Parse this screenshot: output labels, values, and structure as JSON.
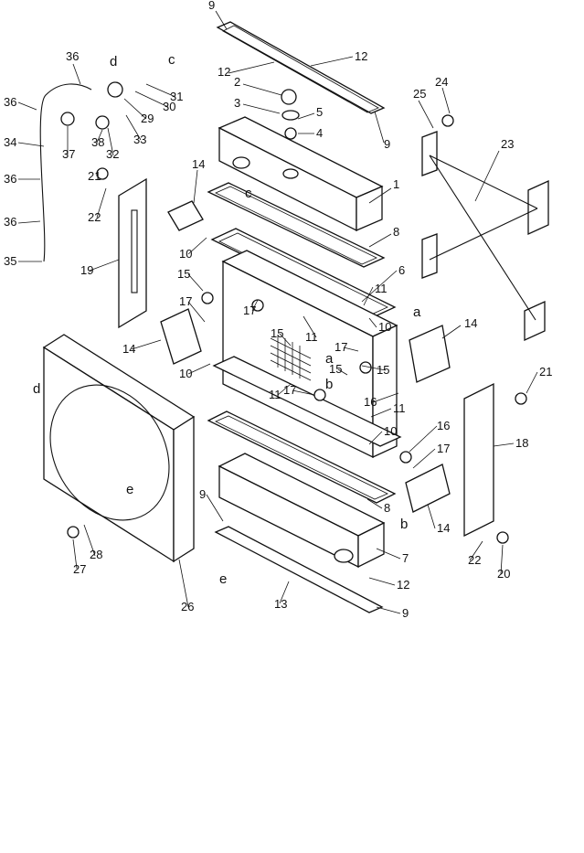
{
  "diagram": {
    "callouts": [
      "1",
      "2",
      "3",
      "4",
      "5",
      "6",
      "7",
      "8",
      "8",
      "9",
      "9",
      "9",
      "9",
      "10",
      "10",
      "10",
      "10",
      "11",
      "11",
      "11",
      "11",
      "12",
      "12",
      "12",
      "13",
      "14",
      "14",
      "14",
      "14",
      "15",
      "15",
      "15",
      "15",
      "16",
      "16",
      "17",
      "17",
      "17",
      "17",
      "17",
      "18",
      "19",
      "20",
      "21",
      "21",
      "22",
      "22",
      "23",
      "24",
      "25",
      "26",
      "27",
      "28",
      "29",
      "30",
      "31",
      "32",
      "33",
      "34",
      "35",
      "36",
      "36",
      "36",
      "36",
      "37",
      "38"
    ],
    "refs": [
      "a",
      "a",
      "b",
      "b",
      "c",
      "c",
      "d",
      "d",
      "e",
      "e"
    ]
  }
}
